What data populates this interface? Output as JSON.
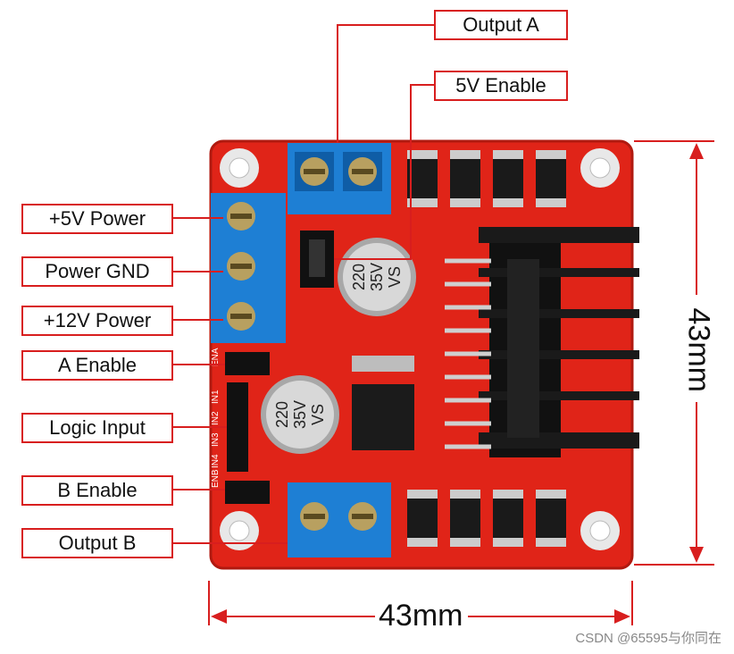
{
  "labels": {
    "output_a": "Output A",
    "enable_5v": "5V Enable",
    "power_5v": "+5V Power",
    "power_gnd": "Power GND",
    "power_12v": "+12V Power",
    "a_enable": "A Enable",
    "logic_input": "Logic Input",
    "b_enable": "B Enable",
    "output_b": "Output B"
  },
  "dimensions": {
    "height": "43mm",
    "width": "43mm"
  },
  "capacitor_marking": {
    "line1": "220",
    "line2": "35V",
    "line3": "VS"
  },
  "pin_header_marking": [
    "ENB",
    "IN4",
    "IN3",
    "IN2",
    "IN1",
    "ENA"
  ],
  "watermark": "CSDN @65595与你同在",
  "colors": {
    "pcb": "#e02418",
    "terminal": "#1e7fd4",
    "label_border": "#d81e1e",
    "heatsink": "#111111"
  }
}
